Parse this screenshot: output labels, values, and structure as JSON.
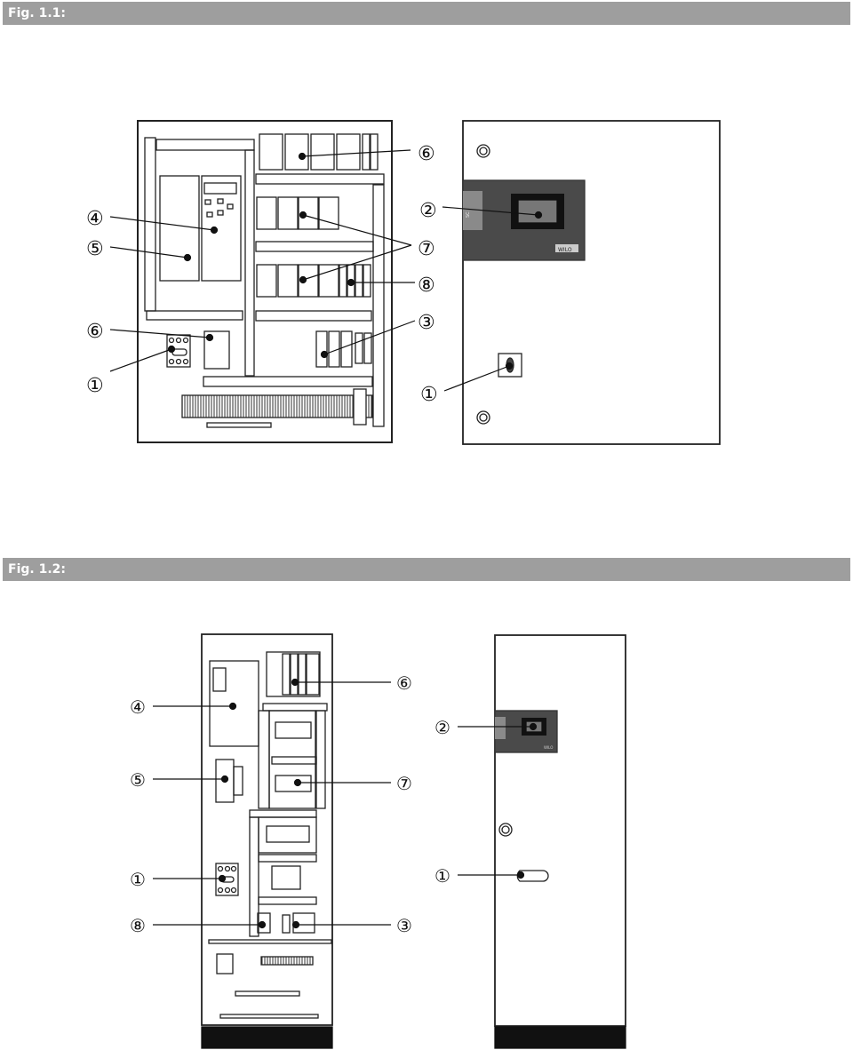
{
  "figures": [
    {
      "id": "fig1",
      "label": "Fig. 1.1:"
    },
    {
      "id": "fig2",
      "label": "Fig. 1.2:"
    }
  ],
  "callouts": {
    "c1": "①",
    "c2": "②",
    "c3": "③",
    "c4": "④",
    "c5": "⑤",
    "c6": "⑥",
    "c7": "⑦",
    "c8": "⑧"
  },
  "nameplate": {
    "brand": "WILO",
    "side_text": "SC"
  },
  "colors": {
    "header_bg": "#9e9e9e",
    "line": "#111111",
    "panel_dark": "#4a4a4a",
    "base_black": "#111111"
  }
}
